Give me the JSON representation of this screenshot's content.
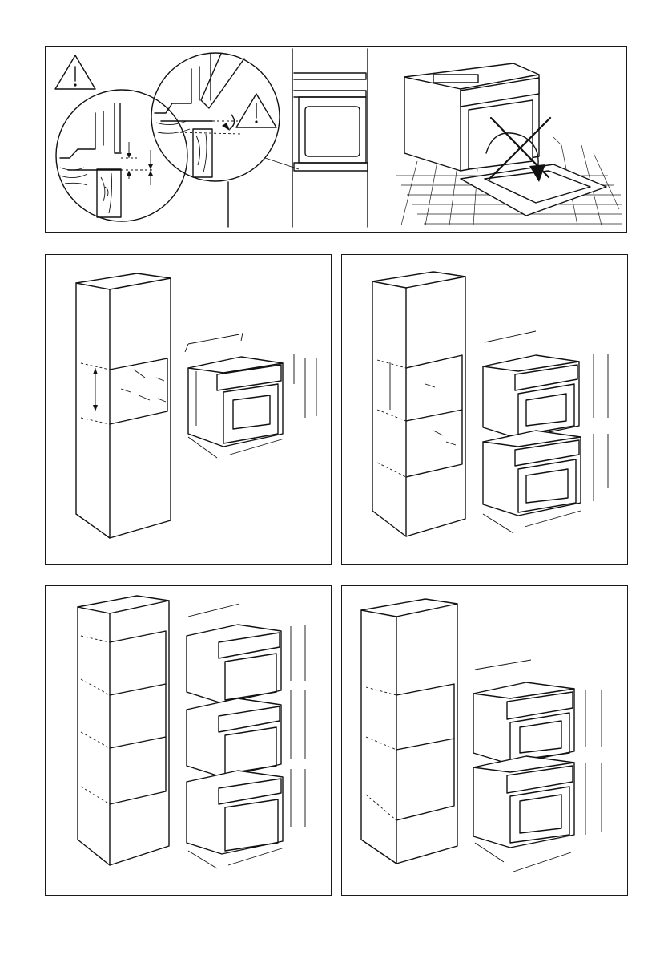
{
  "figure": {
    "panels": [
      {
        "id": "installation-warnings",
        "elements": [
          "warning-triangle-icon",
          "detail-magnifier",
          "cabinet-section",
          "oven-door-crossed"
        ]
      },
      {
        "id": "single-oven",
        "oven_count": 1
      },
      {
        "id": "two-ovens",
        "oven_count": 2
      },
      {
        "id": "three-ovens",
        "oven_count": 3
      },
      {
        "id": "two-ovens-alt",
        "oven_count": 2
      }
    ],
    "icons": {
      "warning": "warning-triangle-icon",
      "prohibited": "cross-prohibited-icon",
      "rotate": "curved-arrow-icon"
    },
    "colors": {
      "line": "#111111",
      "background": "#ffffff"
    }
  }
}
